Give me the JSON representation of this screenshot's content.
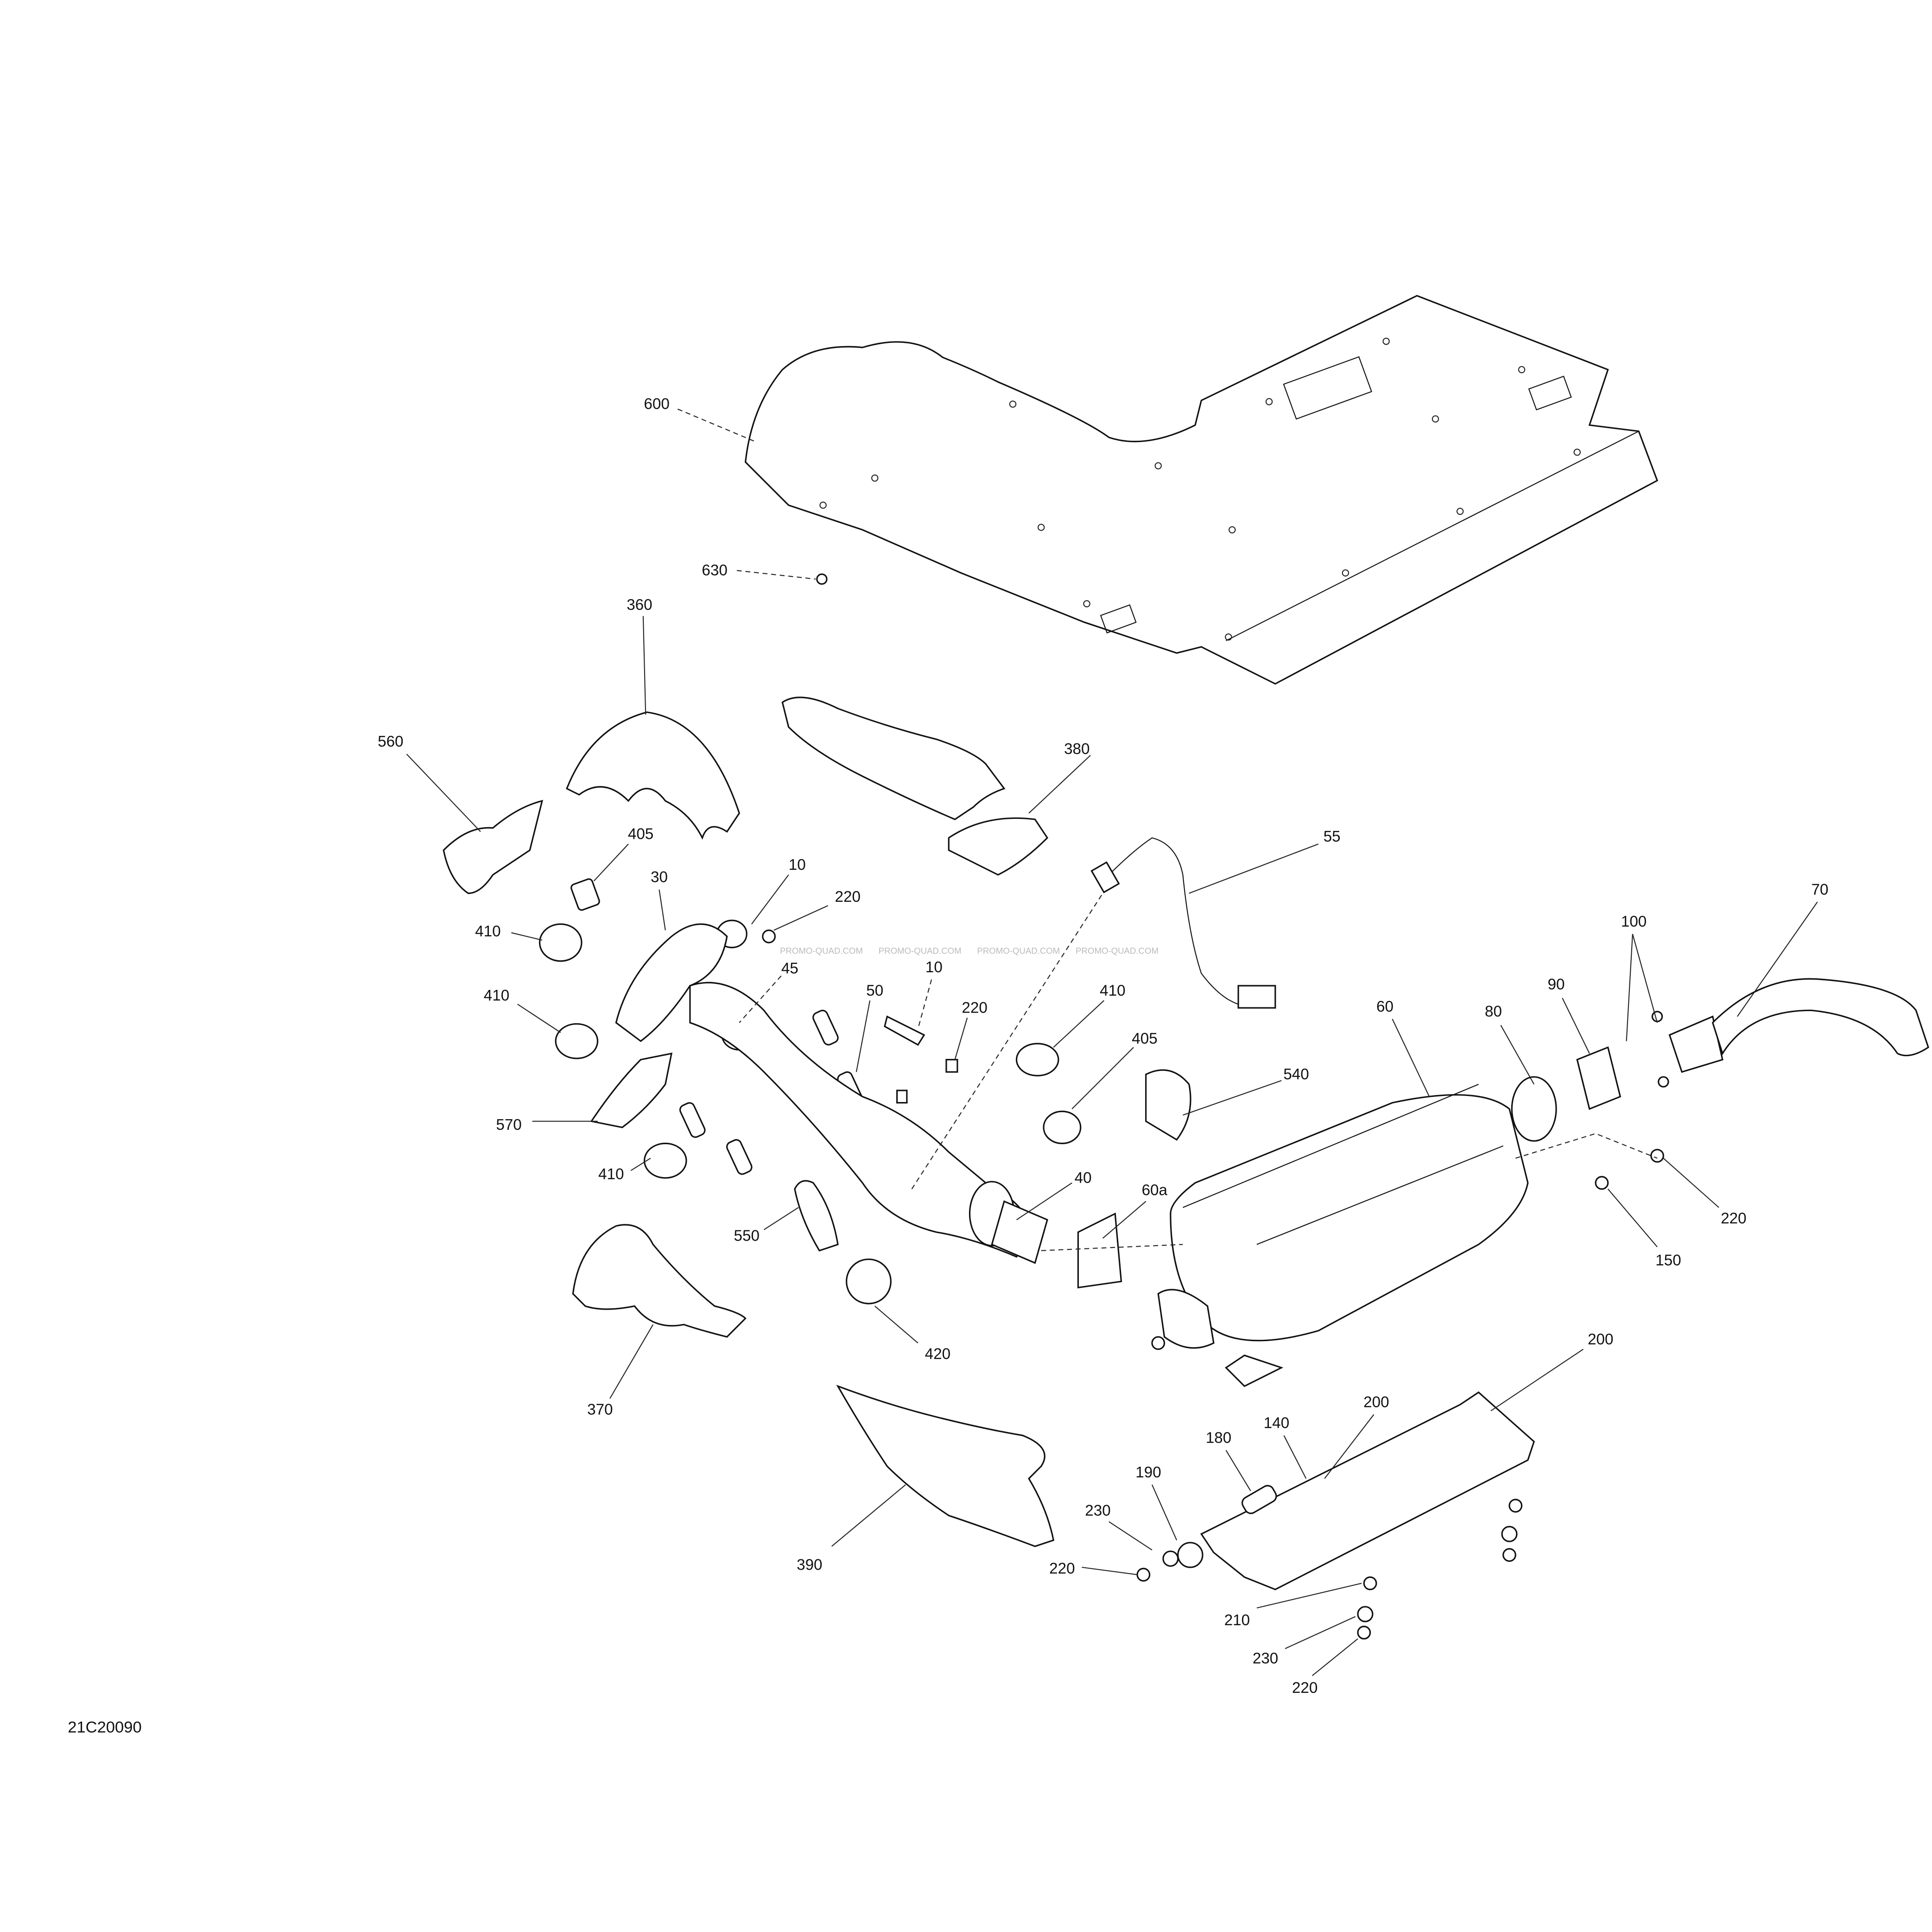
{
  "diagram_id": "21C20090",
  "watermark": "PROMO-QUAD.COM",
  "callouts": [
    "600",
    "630",
    "360",
    "380",
    "560",
    "405",
    "30",
    "10",
    "220",
    "410",
    "45",
    "10",
    "50",
    "220",
    "410",
    "55",
    "405",
    "410",
    "570",
    "410",
    "550",
    "40",
    "60a",
    "420",
    "370",
    "390",
    "60",
    "80",
    "90",
    "100",
    "70",
    "540",
    "220",
    "150",
    "200",
    "200",
    "140",
    "180",
    "190",
    "230",
    "220",
    "210",
    "230",
    "220"
  ]
}
